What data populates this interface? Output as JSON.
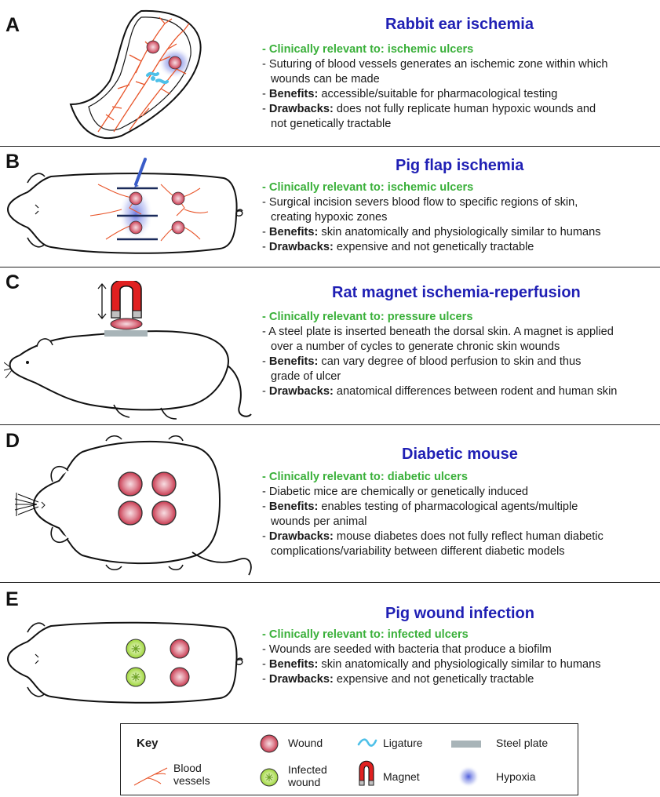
{
  "panels": [
    {
      "letter": "A",
      "title": "Rabbit ear ischemia",
      "clinical": "- Clinically relevant to: ischemic ulcers",
      "desc": [
        "- Suturing of blood vessels generates an ischemic zone within which",
        "wounds can be made"
      ],
      "benefits_label": "Benefits:",
      "benefits": [
        "accessible/suitable for pharmacological testing"
      ],
      "drawbacks_label": "Drawbacks:",
      "drawbacks": [
        "does not fully replicate human hypoxic wounds and",
        "not genetically tractable"
      ]
    },
    {
      "letter": "B",
      "title": "Pig flap ischemia",
      "clinical": "- Clinically relevant to: ischemic ulcers",
      "desc": [
        "- Surgical incision severs blood flow to specific regions of skin,",
        "creating hypoxic zones"
      ],
      "benefits_label": "Benefits:",
      "benefits": [
        "skin anatomically and physiologically similar to humans"
      ],
      "drawbacks_label": "Drawbacks:",
      "drawbacks": [
        "expensive and not genetically tractable"
      ]
    },
    {
      "letter": "C",
      "title": "Rat magnet ischemia-reperfusion",
      "clinical": "- Clinically relevant to: pressure ulcers",
      "desc": [
        "- A steel plate is inserted beneath the dorsal skin. A magnet is applied",
        "over a number of cycles to generate chronic skin wounds"
      ],
      "benefits_label": "Benefits:",
      "benefits": [
        "can vary degree of blood perfusion to skin and thus",
        "grade of ulcer"
      ],
      "drawbacks_label": "Drawbacks:",
      "drawbacks": [
        "anatomical differences between rodent and human skin"
      ]
    },
    {
      "letter": "D",
      "title": "Diabetic mouse",
      "clinical": "- Clinically relevant to: diabetic ulcers",
      "desc": [
        "- Diabetic mice are chemically or genetically induced"
      ],
      "benefits_label": "Benefits:",
      "benefits": [
        "enables testing of pharmacological agents/multiple",
        "wounds per animal"
      ],
      "drawbacks_label": "Drawbacks:",
      "drawbacks": [
        "mouse diabetes does not fully reflect human diabetic",
        "complications/variability between different diabetic models"
      ]
    },
    {
      "letter": "E",
      "title": "Pig wound infection",
      "clinical": "- Clinically relevant to: infected ulcers",
      "desc": [
        "- Wounds are seeded with bacteria that produce a biofilm"
      ],
      "benefits_label": "Benefits:",
      "benefits": [
        "skin anatomically and physiologically similar to humans"
      ],
      "drawbacks_label": "Drawbacks:",
      "drawbacks": [
        "expensive and not genetically tractable"
      ]
    }
  ],
  "key": {
    "title": "Key",
    "wound": "Wound",
    "ligature": "Ligature",
    "steel_plate": "Steel plate",
    "blood_vessels": [
      "Blood",
      "vessels"
    ],
    "infected_wound": [
      "Infected",
      "wound"
    ],
    "magnet": "Magnet",
    "hypoxia": "Hypoxia"
  },
  "colors": {
    "title": "#1f1fb4",
    "clinical": "#3ab03a",
    "wound": "#c8394f",
    "infected_wound": "#9ed63a",
    "vessel": "#e8552a",
    "ligature": "#4ec0e8",
    "steel_plate": "#a8b4b8",
    "magnet": "#e02020",
    "hypoxia": "#3a4ad8"
  }
}
